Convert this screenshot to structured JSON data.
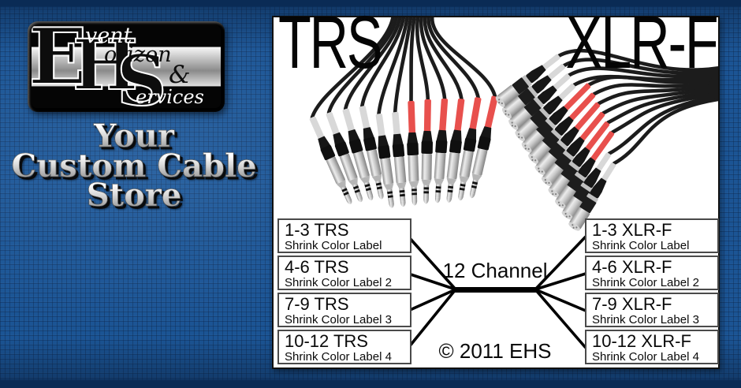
{
  "brand": {
    "logo": {
      "big_e": "E",
      "big_h": "H",
      "big_s": "S",
      "vent": "vent",
      "orizon": "orizon",
      "ampersand": "&",
      "ervices": "ervices"
    },
    "tagline": {
      "line1": "Your",
      "line2": "Custom Cable",
      "line3": "Store"
    }
  },
  "panel": {
    "left_heading": "TRS",
    "right_heading": "XLR-F",
    "center_label": "12 Channel",
    "copyright": "© 2011 EHS",
    "left_boxes": [
      {
        "title": "1-3 TRS",
        "subtitle": "Shrink Color Label"
      },
      {
        "title": "4-6 TRS",
        "subtitle": "Shrink Color Label 2"
      },
      {
        "title": "7-9 TRS",
        "subtitle": "Shrink Color Label 3"
      },
      {
        "title": "10-12 TRS",
        "subtitle": "Shrink Color Label 4"
      }
    ],
    "right_boxes": [
      {
        "title": "1-3 XLR-F",
        "subtitle": "Shrink Color Label"
      },
      {
        "title": "4-6 XLR-F",
        "subtitle": "Shrink Color Label 2"
      },
      {
        "title": "7-9 XLR-F",
        "subtitle": "Shrink Color Label 3"
      },
      {
        "title": "10-12 XLR-F",
        "subtitle": "Shrink Color Label 4"
      }
    ]
  },
  "colors": {
    "background_blue": "#1b5494",
    "edge_navy": "#0a2b55",
    "panel_white": "#ffffff",
    "shrink_white": "#d8d8d8",
    "shrink_red": "#e8504d",
    "cable_black": "#1c1c1c",
    "connector_silver": "#c9c9c9",
    "diagram_line": "#000000"
  }
}
